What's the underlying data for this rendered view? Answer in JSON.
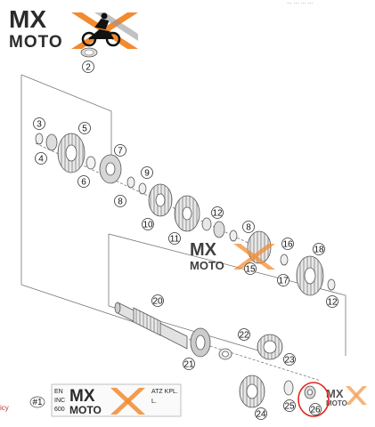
{
  "brand": {
    "mx": "MX",
    "moto": "MOTO",
    "colors": {
      "dark": "#2b2b2b",
      "orange": "#f28a2e",
      "gray": "#9a9a9a"
    }
  },
  "top_right_text": "... ... ... ...",
  "left_edge_text": "icy",
  "bottom_label": {
    "ref": "#1",
    "lines": [
      "EN",
      "INC",
      "600"
    ],
    "right_lines": [
      "ATZ KPL.",
      "L."
    ]
  },
  "callouts": [
    "2",
    "3",
    "4",
    "5",
    "6",
    "7",
    "8",
    "9",
    "10",
    "11",
    "12",
    "8",
    "16",
    "18",
    "15",
    "17",
    "12",
    "20",
    "22",
    "21",
    "23",
    "24",
    "25",
    "26"
  ],
  "highlight": {
    "label": "26",
    "color": "#e0281e"
  }
}
